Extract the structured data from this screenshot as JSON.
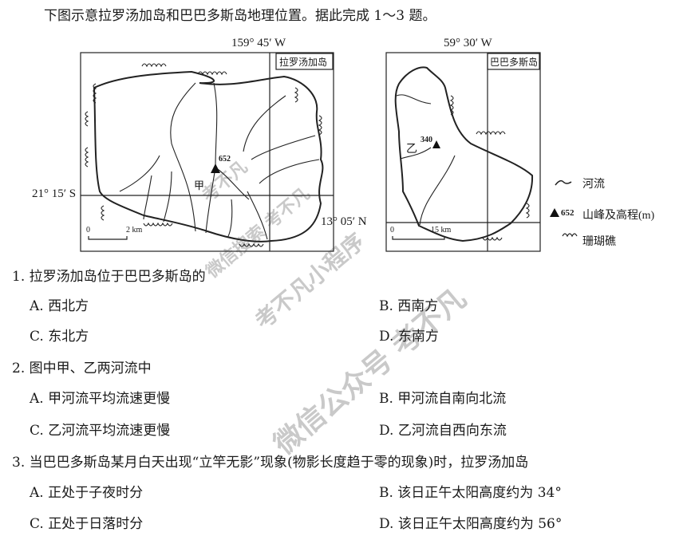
{
  "intro": "下图示意拉罗汤加岛和巴巴多斯岛地理位置。据此完成 1～3 题。",
  "map_left": {
    "title": "拉罗汤加岛",
    "longitude": "159° 45′ W",
    "latitude": "21° 15′ S",
    "peak": "652",
    "river_label": "甲",
    "scale_zero": "0",
    "scale_end": "2 km"
  },
  "map_right": {
    "title": "巴巴多斯岛",
    "longitude": "59° 30′ W",
    "latitude": "13° 05′ N",
    "peak": "340",
    "river_label": "乙",
    "scale_zero": "0",
    "scale_end": "15 km"
  },
  "legend": {
    "river": "河流",
    "peak_value": "652",
    "peak": "山峰及高程(m)",
    "reef": "珊瑚礁"
  },
  "questions": [
    {
      "stem": "1. 拉罗汤加岛位于巴巴多斯岛的",
      "options": [
        "A. 西北方",
        "B. 西南方",
        "C. 东北方",
        "D. 东南方"
      ]
    },
    {
      "stem": "2. 图中甲、乙两河流中",
      "options": [
        "A. 甲河流平均流速更慢",
        "B. 甲河流自南向北流",
        "C. 乙河流平均流速更慢",
        "D. 乙河流自西向东流"
      ]
    },
    {
      "stem": "3. 当巴巴多斯岛某月白天出现“立竿无影”现象(物影长度趋于零的现象)时，拉罗汤加岛",
      "options": [
        "A. 正处于子夜时分",
        "B. 该日正午太阳高度约为 34°",
        "C. 正处于日落时分",
        "D. 该日正午太阳高度约为 56°"
      ]
    }
  ],
  "watermarks": [
    "考不凡",
    "微信搜索 考不凡",
    "考不凡小程序",
    "微信公众号 考不凡"
  ]
}
